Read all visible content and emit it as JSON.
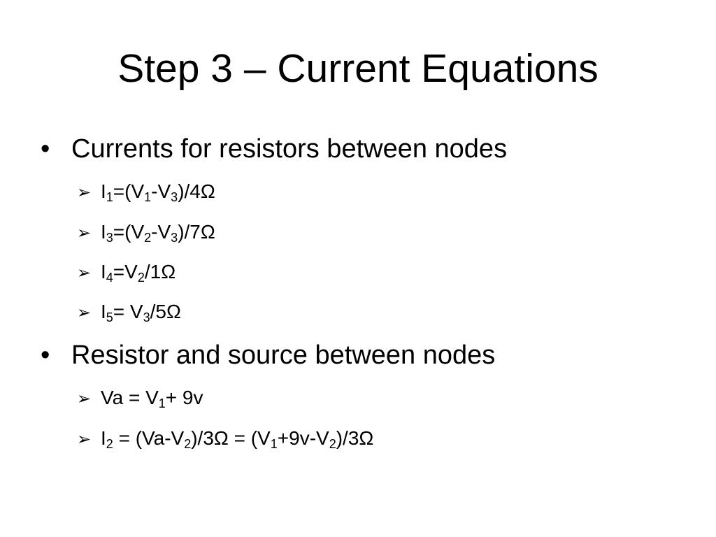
{
  "slide": {
    "title": "Step 3 – Current Equations",
    "bullet_glyph": "•",
    "arrow_glyph": "➢",
    "sections": [
      {
        "heading": "Currents for resistors between nodes",
        "items": [
          {
            "p0": "I",
            "s0": "1",
            "p1": "=(V",
            "s1": "1",
            "p2": "-V",
            "s2": "3",
            "p3": ")/4Ω"
          },
          {
            "p0": "I",
            "s0": "3",
            "p1": "=(V",
            "s1": "2",
            "p2": "-V",
            "s2": "3",
            "p3": ")/7Ω"
          },
          {
            "p0": "I",
            "s0": "4",
            "p1": "=V",
            "s1": "2",
            "p2": "/1Ω"
          },
          {
            "p0": "I",
            "s0": "5",
            "p1": "= V",
            "s1": "3",
            "p2": "/5Ω"
          }
        ]
      },
      {
        "heading": "Resistor and source between nodes",
        "items": [
          {
            "p0": "Va = V",
            "s0": "1",
            "p1": "+ 9v"
          },
          {
            "p0": "I",
            "s0": "2",
            "p1": " = (Va-V",
            "s1": "2",
            "p2": ")/3Ω = (V",
            "s2": "1",
            "p3": "+9v-V",
            "s3": "2",
            "p4": ")/3Ω"
          }
        ]
      }
    ]
  }
}
